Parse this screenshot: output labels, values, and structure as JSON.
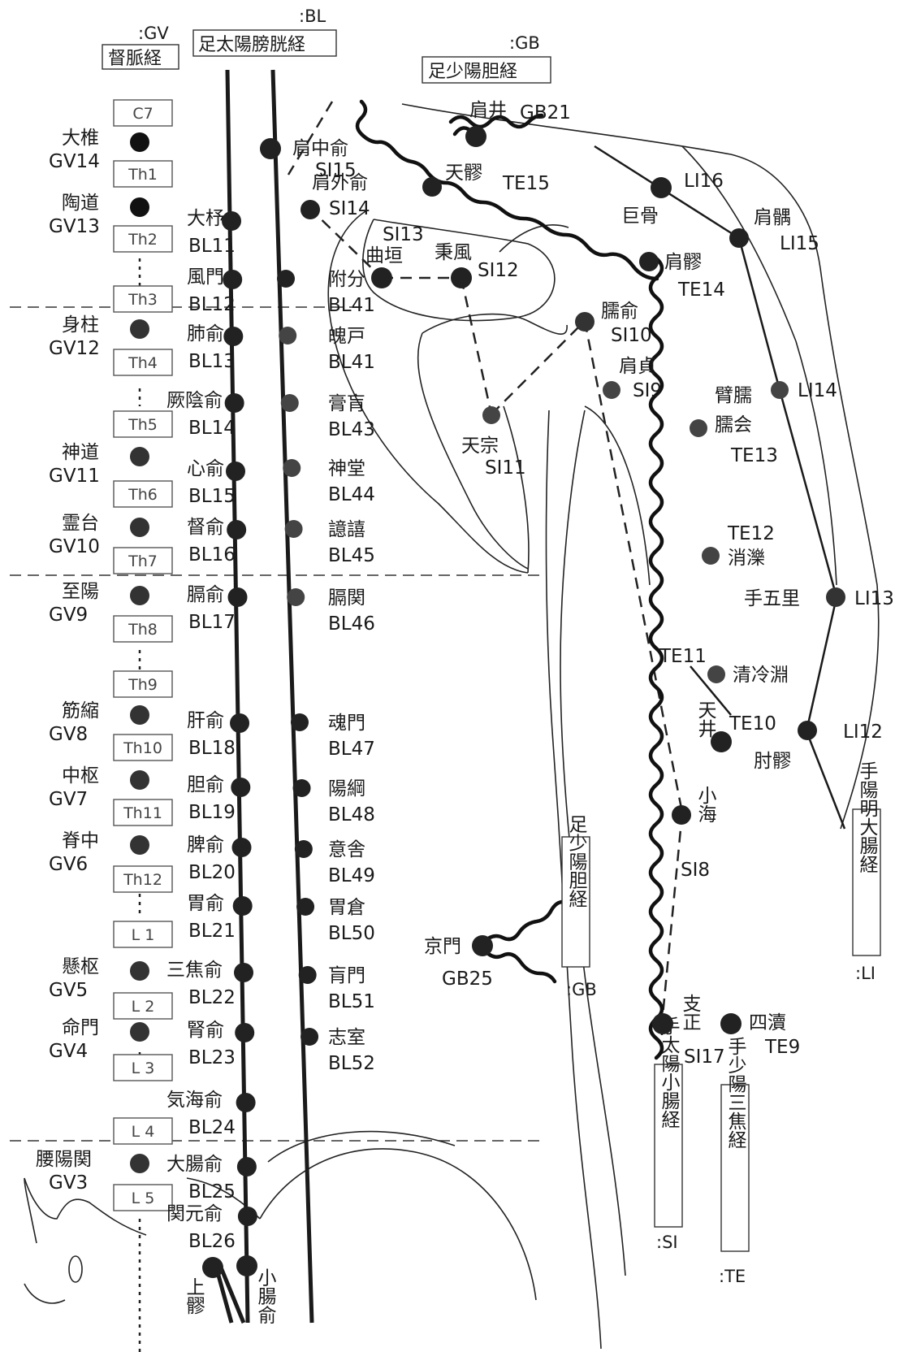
{
  "meridians": {
    "gv": {
      "code": ":GV",
      "name": "督脈経"
    },
    "bl": {
      "code": ":BL",
      "name": "足太陽膀胱経"
    },
    "gb_top": {
      "code": ":GB",
      "name": "足少陽胆経"
    },
    "gb_side": {
      "code": ":GB",
      "name": "足少陽胆経"
    },
    "si": {
      "code": ":SI",
      "name": "手太陽小腸経"
    },
    "te": {
      "code": ":TE",
      "name": "手少陽三焦経"
    },
    "li": {
      "code": ":LI",
      "name": "手陽明大腸経"
    }
  },
  "vertebrae": [
    "C7",
    "Th1",
    "Th2",
    "Th3",
    "Th4",
    "Th5",
    "Th6",
    "Th7",
    "Th8",
    "Th9",
    "Th10",
    "Th11",
    "Th12",
    "L 1",
    "L 2",
    "L 3",
    "L 4",
    "L 5"
  ],
  "gv_points": [
    {
      "name": "大椎",
      "code": "GV14"
    },
    {
      "name": "陶道",
      "code": "GV13"
    },
    {
      "name": "身柱",
      "code": "GV12"
    },
    {
      "name": "神道",
      "code": "GV11"
    },
    {
      "name": "霊台",
      "code": "GV10"
    },
    {
      "name": "至陽",
      "code": "GV9"
    },
    {
      "name": "筋縮",
      "code": "GV8"
    },
    {
      "name": "中枢",
      "code": "GV7"
    },
    {
      "name": "脊中",
      "code": "GV6"
    },
    {
      "name": "懸枢",
      "code": "GV5"
    },
    {
      "name": "命門",
      "code": "GV4"
    },
    {
      "name": "腰陽関",
      "code": "GV3"
    }
  ],
  "bl_inner": [
    {
      "name": "大杼",
      "code": "BL11"
    },
    {
      "name": "風門",
      "code": "BL12"
    },
    {
      "name": "肺俞",
      "code": "BL13"
    },
    {
      "name": "厥陰俞",
      "code": "BL14"
    },
    {
      "name": "心俞",
      "code": "BL15"
    },
    {
      "name": "督俞",
      "code": "BL16"
    },
    {
      "name": "膈俞",
      "code": "BL17"
    },
    {
      "name": "肝俞",
      "code": "BL18"
    },
    {
      "name": "胆俞",
      "code": "BL19"
    },
    {
      "name": "脾俞",
      "code": "BL20"
    },
    {
      "name": "胃俞",
      "code": "BL21"
    },
    {
      "name": "三焦俞",
      "code": "BL22"
    },
    {
      "name": "腎俞",
      "code": "BL23"
    },
    {
      "name": "気海俞",
      "code": "BL24"
    },
    {
      "name": "大腸俞",
      "code": "BL25"
    },
    {
      "name": "関元俞",
      "code": "BL26"
    }
  ],
  "bl_outer": [
    {
      "name": "附分",
      "code": "BL41"
    },
    {
      "name": "魄戸",
      "code": "BL41"
    },
    {
      "name": "膏肓",
      "code": "BL43"
    },
    {
      "name": "神堂",
      "code": "BL44"
    },
    {
      "name": "譩譆",
      "code": "BL45"
    },
    {
      "name": "膈関",
      "code": "BL46"
    },
    {
      "name": "魂門",
      "code": "BL47"
    },
    {
      "name": "陽綱",
      "code": "BL48"
    },
    {
      "name": "意舎",
      "code": "BL49"
    },
    {
      "name": "胃倉",
      "code": "BL50"
    },
    {
      "name": "肓門",
      "code": "BL51"
    },
    {
      "name": "志室",
      "code": "BL52"
    }
  ],
  "bottom": {
    "jouryo": "上髎",
    "shouchouyu": "小腸俞"
  },
  "si_points": {
    "si15_name": "肩中俞",
    "si15_code": "SI15",
    "si14_name": "肩外俞",
    "si14_code": "SI14",
    "si13_name": "曲垣",
    "si13_code": "SI13",
    "si12_name": "秉風",
    "si12_code": "SI12",
    "si11_name": "天宗",
    "si11_code": "SI11",
    "si10_name": "臑俞",
    "si10_code": "SI10",
    "si9_name": "肩貞",
    "si9_code": "SI9",
    "si8_name": "小海",
    "si8_code": "SI8",
    "si17_name": "支正",
    "si17_code": "SI17"
  },
  "gb_points": {
    "gb21_name": "肩井",
    "gb21_code": "GB21",
    "gb25_name": "京門",
    "gb25_code": "GB25"
  },
  "te_points": {
    "te15_name": "天髎",
    "te15_code": "TE15",
    "te14_name": "肩髎",
    "te14_code": "TE14",
    "te13_name": "臑会",
    "te13_code": "TE13",
    "te12_name": "消濼",
    "te12_code": "TE12",
    "te11_name": "清冷淵",
    "te11_code": "TE11",
    "te10_name": "天井",
    "te10_code": "TE10",
    "te9_name": "四瀆",
    "te9_code": "TE9"
  },
  "li_points": {
    "li16_name": "巨骨",
    "li16_code": "LI16",
    "li15_name": "肩髃",
    "li15_code": "LI15",
    "li14_name": "臂臑",
    "li14_code": "LI14",
    "li13_name": "手五里",
    "li13_code": "LI13",
    "li12_name": "肘髎",
    "li12_code": "LI12"
  }
}
